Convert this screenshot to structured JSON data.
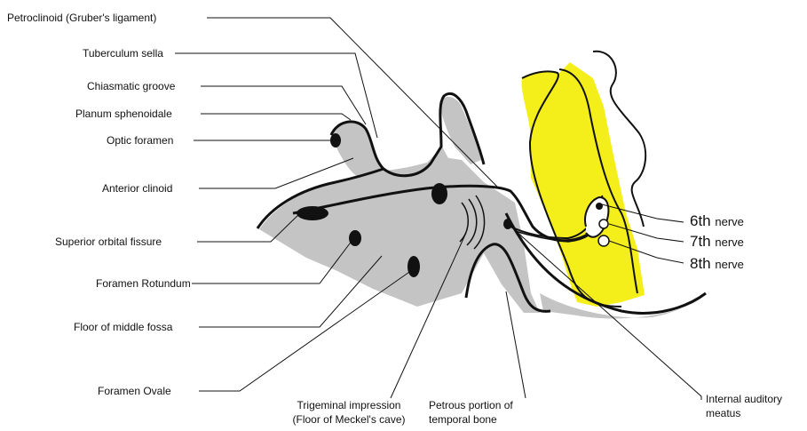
{
  "labels": {
    "petroclinoid": "Petroclinoid (Gruber's ligament)",
    "tuberculum": "Tuberculum sella",
    "chiasmatic": "Chiasmatic  groove",
    "planum": "Planum sphenoidale",
    "optic": "Optic foramen",
    "anterior_clinoid": "Anterior clinoid",
    "superior_orbital": "Superior orbital fissure",
    "rotundum": "Foramen Rotundum",
    "floor_middle": "Floor of middle fossa",
    "ovale": "Foramen Ovale",
    "trigeminal_1": "Trigeminal impression",
    "trigeminal_2": "(Floor of Meckel's cave)",
    "petrous_1": "Petrous portion of",
    "petrous_2": "temporal bone",
    "iam_1": "Internal auditory",
    "iam_2": "meatus"
  },
  "nerves": {
    "sixth_num": "6th",
    "sixth_unit": "nerve",
    "seventh_num": "7th",
    "seventh_unit": "nerve",
    "eighth_num": "8th",
    "eighth_unit": "nerve"
  },
  "colors": {
    "bone_gray": "#c4c4c4",
    "petrous_yellow": "#f4ee1a",
    "ink": "#111111"
  }
}
